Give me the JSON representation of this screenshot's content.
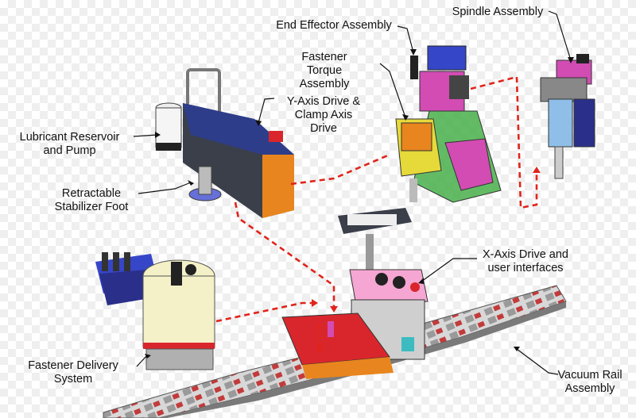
{
  "labels": {
    "end_effector": "End Effector Assembly",
    "spindle": "Spindle Assembly",
    "fastener_torque": "Fastener\nTorque\nAssembly",
    "y_axis_drive": "Y-Axis Drive &\nClamp Axis\nDrive",
    "lubricant": "Lubricant Reservoir\nand Pump",
    "stabilizer": "Retractable\nStabilizer Foot",
    "x_axis_drive": "X-Axis Drive and\nuser interfaces",
    "fastener_delivery": "Fastener Delivery\nSystem",
    "vacuum_rail": "Vacuum Rail\nAssembly"
  },
  "colors": {
    "connector_dashed": "#e0241b",
    "leader_line": "#111111",
    "machine_dark": "#3a3f4a",
    "accent_red": "#d9262c",
    "accent_orange": "#e8851e",
    "accent_magenta": "#d24cb4",
    "accent_blue": "#3646c8",
    "accent_green": "#48b04a",
    "accent_yellow": "#e6d93a"
  }
}
